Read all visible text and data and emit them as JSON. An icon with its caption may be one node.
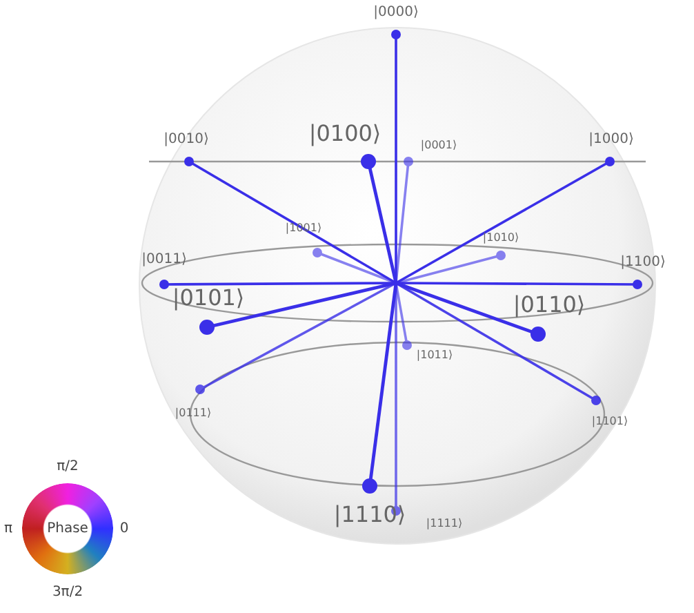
{
  "diagram": {
    "nodes": [
      {
        "text": [
          "|0000⟩"
        ]
      },
      {
        "text": [
          "|0100⟩"
        ]
      },
      {
        "text": [
          "|0001⟩"
        ]
      },
      {
        "text": [
          "|0010⟩"
        ]
      },
      {
        "text": [
          "|1000⟩"
        ]
      },
      {
        "text": [
          "|1001⟩"
        ]
      },
      {
        "text": [
          "|1010⟩"
        ]
      },
      {
        "text": [
          "|0011⟩"
        ]
      },
      {
        "text": [
          "|1100⟩"
        ]
      },
      {
        "text": [
          "|0101⟩"
        ]
      },
      {
        "text": [
          "|0110⟩"
        ]
      },
      {
        "text": [
          "|1011⟩"
        ]
      },
      {
        "text": [
          "|0111⟩"
        ]
      },
      {
        "text": [
          "|1101⟩"
        ]
      },
      {
        "text": [
          "|1110⟩"
        ]
      },
      {
        "text": [
          "|1111⟩"
        ]
      }
    ],
    "edges": [
      {
        "from": null,
        "to": 0,
        "arrow": "other"
      },
      {
        "from": null,
        "to": 1,
        "arrow": "other"
      },
      {
        "from": null,
        "to": 2,
        "arrow": "other"
      },
      {
        "from": null,
        "to": 3,
        "arrow": "other"
      },
      {
        "from": null,
        "to": 4,
        "arrow": "other"
      },
      {
        "from": null,
        "to": 5,
        "arrow": "other"
      },
      {
        "from": null,
        "to": 6,
        "arrow": "other"
      },
      {
        "from": null,
        "to": 7,
        "arrow": "other"
      },
      {
        "from": null,
        "to": 8,
        "arrow": "other"
      },
      {
        "from": null,
        "to": 9,
        "arrow": "other"
      },
      {
        "from": null,
        "to": 10,
        "arrow": "other"
      },
      {
        "from": null,
        "to": 11,
        "arrow": "other"
      },
      {
        "from": null,
        "to": 12,
        "arrow": "other"
      },
      {
        "from": null,
        "to": 13,
        "arrow": "other"
      },
      {
        "from": null,
        "to": 14,
        "arrow": "other"
      },
      {
        "from": null,
        "to": 15,
        "arrow": "other"
      }
    ],
    "labels": [
      "π/2",
      "π",
      "Phase",
      "0",
      "3π/2"
    ]
  }
}
